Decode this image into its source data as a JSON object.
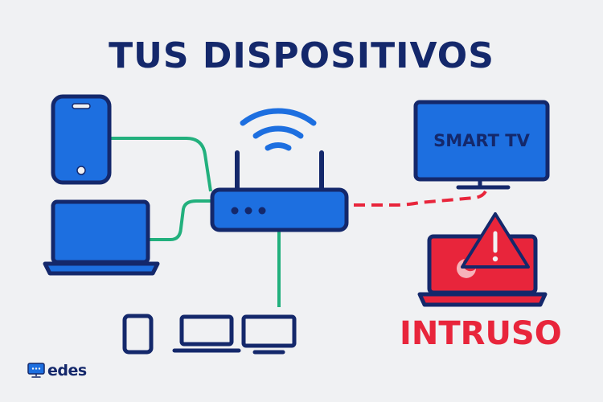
{
  "header": {
    "title": "TUS DISPOSITIVOS"
  },
  "devices": {
    "tv_label": "SMART TV"
  },
  "alert": {
    "label": "INTRUSO"
  },
  "brand": {
    "name": "edes"
  },
  "colors": {
    "navy": "#14286b",
    "device_blue": "#1d6fe0",
    "safe_link": "#22b07d",
    "intruder_red": "#e8253b",
    "background": "#f0f1f3"
  },
  "icons": {
    "phone": "smartphone-icon",
    "laptop": "laptop-icon",
    "router": "wifi-router-icon",
    "wifi": "wifi-signal-icon",
    "tv": "smart-tv-icon",
    "intruder_laptop": "intruder-laptop-icon",
    "warning": "warning-triangle-icon",
    "small_devices": [
      "tablet-icon",
      "laptop-outline-icon",
      "monitor-outline-icon"
    ],
    "logo": "monitor-logo-icon"
  }
}
